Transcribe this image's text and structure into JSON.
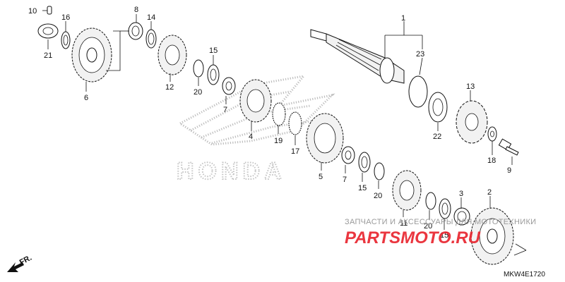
{
  "brand_watermark": "HONDA",
  "diagram_code": "MKW4E1720",
  "front_marker": "FR.",
  "shop_watermark": {
    "line1": "ЗАПЧАСТИ И АКСЕССУАРЫ ДЛЯ МОТОТЕХНИКИ",
    "logo": "PARTSMOTO.RU"
  },
  "callouts": [
    "1",
    "2",
    "3",
    "4",
    "5",
    "6",
    "7",
    "7",
    "8",
    "9",
    "10",
    "11",
    "12",
    "13",
    "14",
    "15",
    "15",
    "15",
    "16",
    "17",
    "18",
    "19",
    "20",
    "20",
    "20",
    "21",
    "22",
    "23"
  ],
  "colors": {
    "line": "#111111",
    "watermark_gray": "#bdbdbd",
    "shop_red": "#e8212b",
    "shop_gray": "#9a9a9a"
  }
}
